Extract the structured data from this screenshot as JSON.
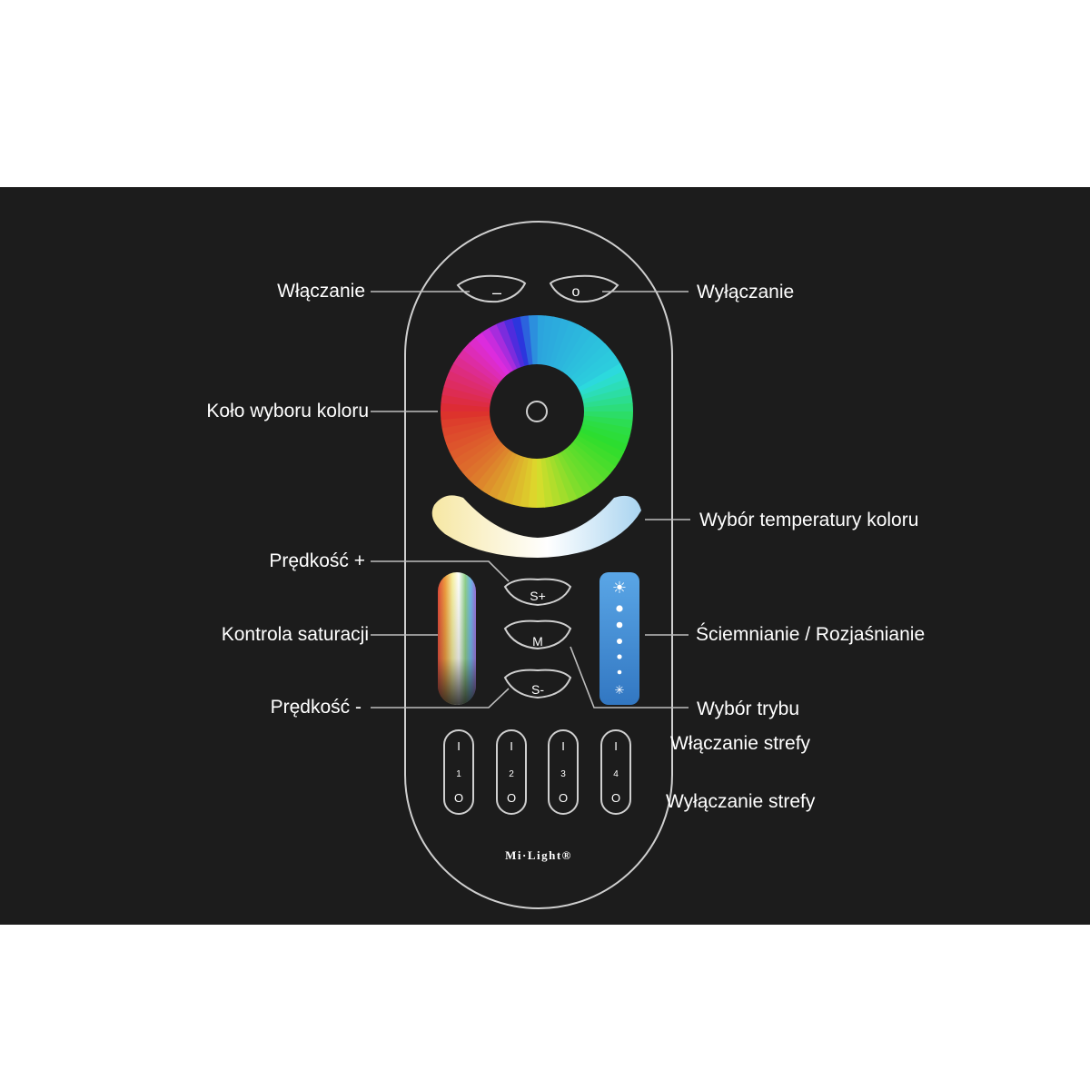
{
  "labels": {
    "power_on": "Włączanie",
    "power_off": "Wyłączanie",
    "color_wheel": "Koło wyboru koloru",
    "color_temperature": "Wybór temperatury koloru",
    "speed_up": "Prędkość +",
    "saturation": "Kontrola saturacji",
    "dimming": "Ściemnianie / Rozjaśnianie",
    "speed_down": "Prędkość -",
    "mode_select": "Wybór trybu",
    "zone_on": "Włączanie strefy",
    "zone_off": "Wyłączanie strefy"
  },
  "buttons": {
    "on_symbol": "–",
    "off_symbol": "o",
    "speed_up": "S+",
    "mode": "M",
    "speed_down": "S-"
  },
  "zones": [
    {
      "on": "I",
      "number": "1",
      "off": "O"
    },
    {
      "on": "I",
      "number": "2",
      "off": "O"
    },
    {
      "on": "I",
      "number": "3",
      "off": "O"
    },
    {
      "on": "I",
      "number": "4",
      "off": "O"
    }
  ],
  "brand": "Mi·Light®",
  "colors": {
    "background": "#1c1c1c",
    "outline": "#cfcfcf",
    "text": "#ffffff",
    "brightness_bar": "#3f8fd8"
  }
}
